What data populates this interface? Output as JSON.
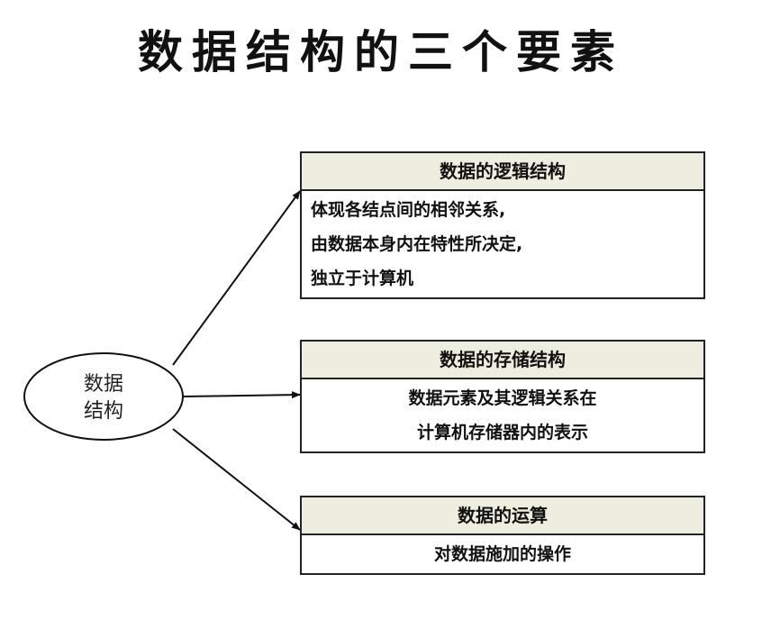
{
  "title": "数据结构的三个要素",
  "center_node": {
    "line1": "数据",
    "line2": "结构"
  },
  "cards": [
    {
      "header": "数据的逻辑结构",
      "lines": [
        "体现各结点间的相邻关系,",
        "由数据本身内在特性所决定,",
        "独立于计算机"
      ]
    },
    {
      "header": "数据的存储结构",
      "lines": [
        "数据元素及其逻辑关系在",
        "计算机存储器内的表示"
      ]
    },
    {
      "header": "数据的运算",
      "lines": [
        "对数据施加的操作"
      ]
    }
  ]
}
